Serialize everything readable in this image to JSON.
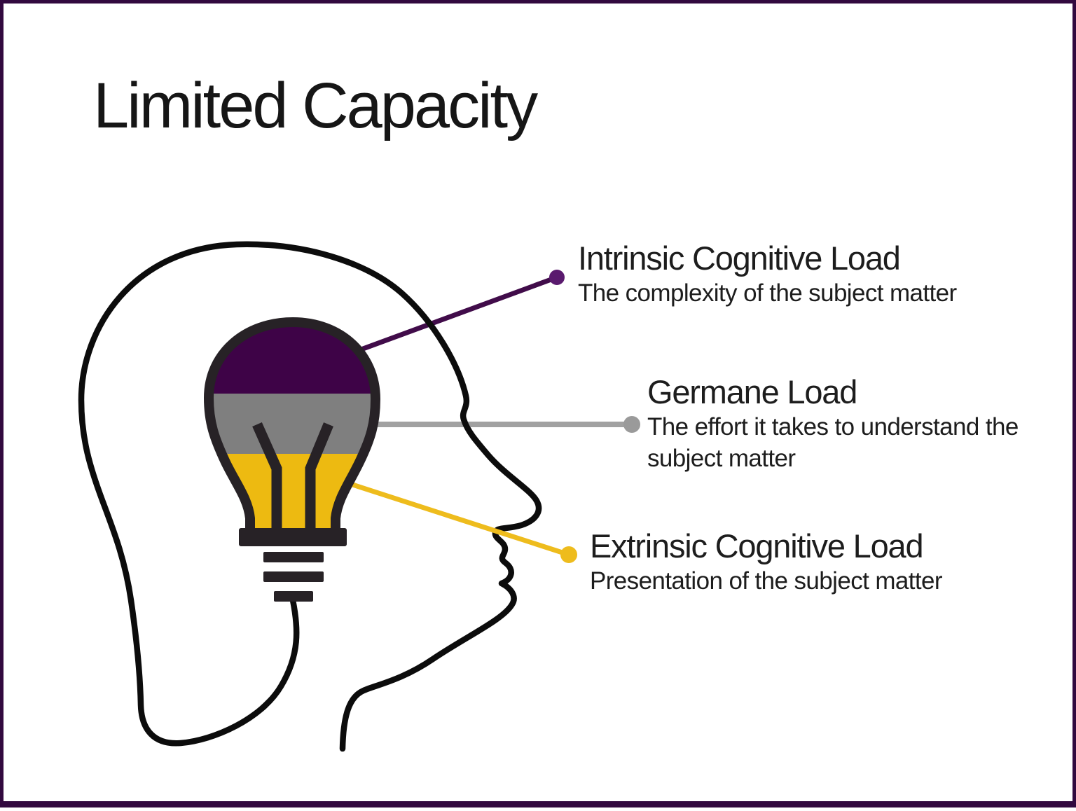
{
  "slide": {
    "title": "Limited Capacity",
    "title_color": "#161616",
    "border_color": "#32093f",
    "background_color": "#ffffff"
  },
  "labels": [
    {
      "id": "intrinsic",
      "heading": "Intrinsic Cognitive Load",
      "description": "The complexity of the subject matter",
      "line_color": "#410c4a",
      "dot_color": "#5a1a6e",
      "band_color": "#3e0347"
    },
    {
      "id": "germane",
      "heading": "Germane Load",
      "description": "The effort it takes to understand the subject matter",
      "line_color": "#a1a1a1",
      "dot_color": "#9a9a9a",
      "band_color": "#7f7f7f"
    },
    {
      "id": "extrinsic",
      "heading": "Extrinsic Cognitive Load",
      "description": "Presentation of the subject matter",
      "line_color": "#eebc1d",
      "dot_color": "#eebc1d",
      "band_color": "#edba11"
    }
  ],
  "diagram": {
    "head_outline_color": "#0c0c0c",
    "bulb_outline_color": "#272226"
  }
}
